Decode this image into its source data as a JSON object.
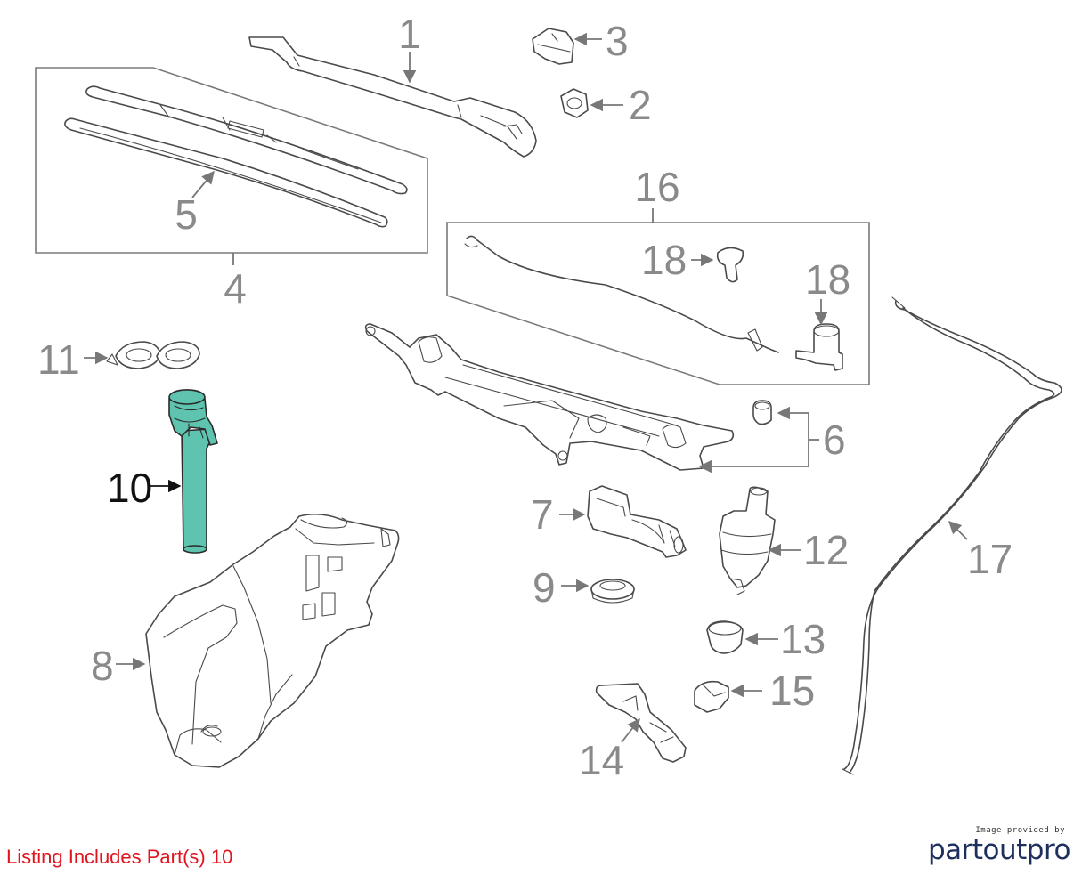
{
  "callouts": {
    "c1": "1",
    "c2": "2",
    "c3": "3",
    "c4": "4",
    "c5": "5",
    "c6": "6",
    "c7": "7",
    "c8": "8",
    "c9": "9",
    "c10": "10",
    "c11": "11",
    "c12": "12",
    "c13": "13",
    "c14": "14",
    "c15": "15",
    "c16": "16",
    "c17": "17",
    "c18a": "18",
    "c18b": "18"
  },
  "highlighted_part": "10",
  "colors": {
    "highlight": "#5ec4b0",
    "listing_text": "#e0141e",
    "logo": "#1e2f5e"
  },
  "footer": {
    "listing": "Listing Includes Part(s)  10",
    "credit_small": "Image provided by",
    "credit_logo": "partoutpro"
  }
}
